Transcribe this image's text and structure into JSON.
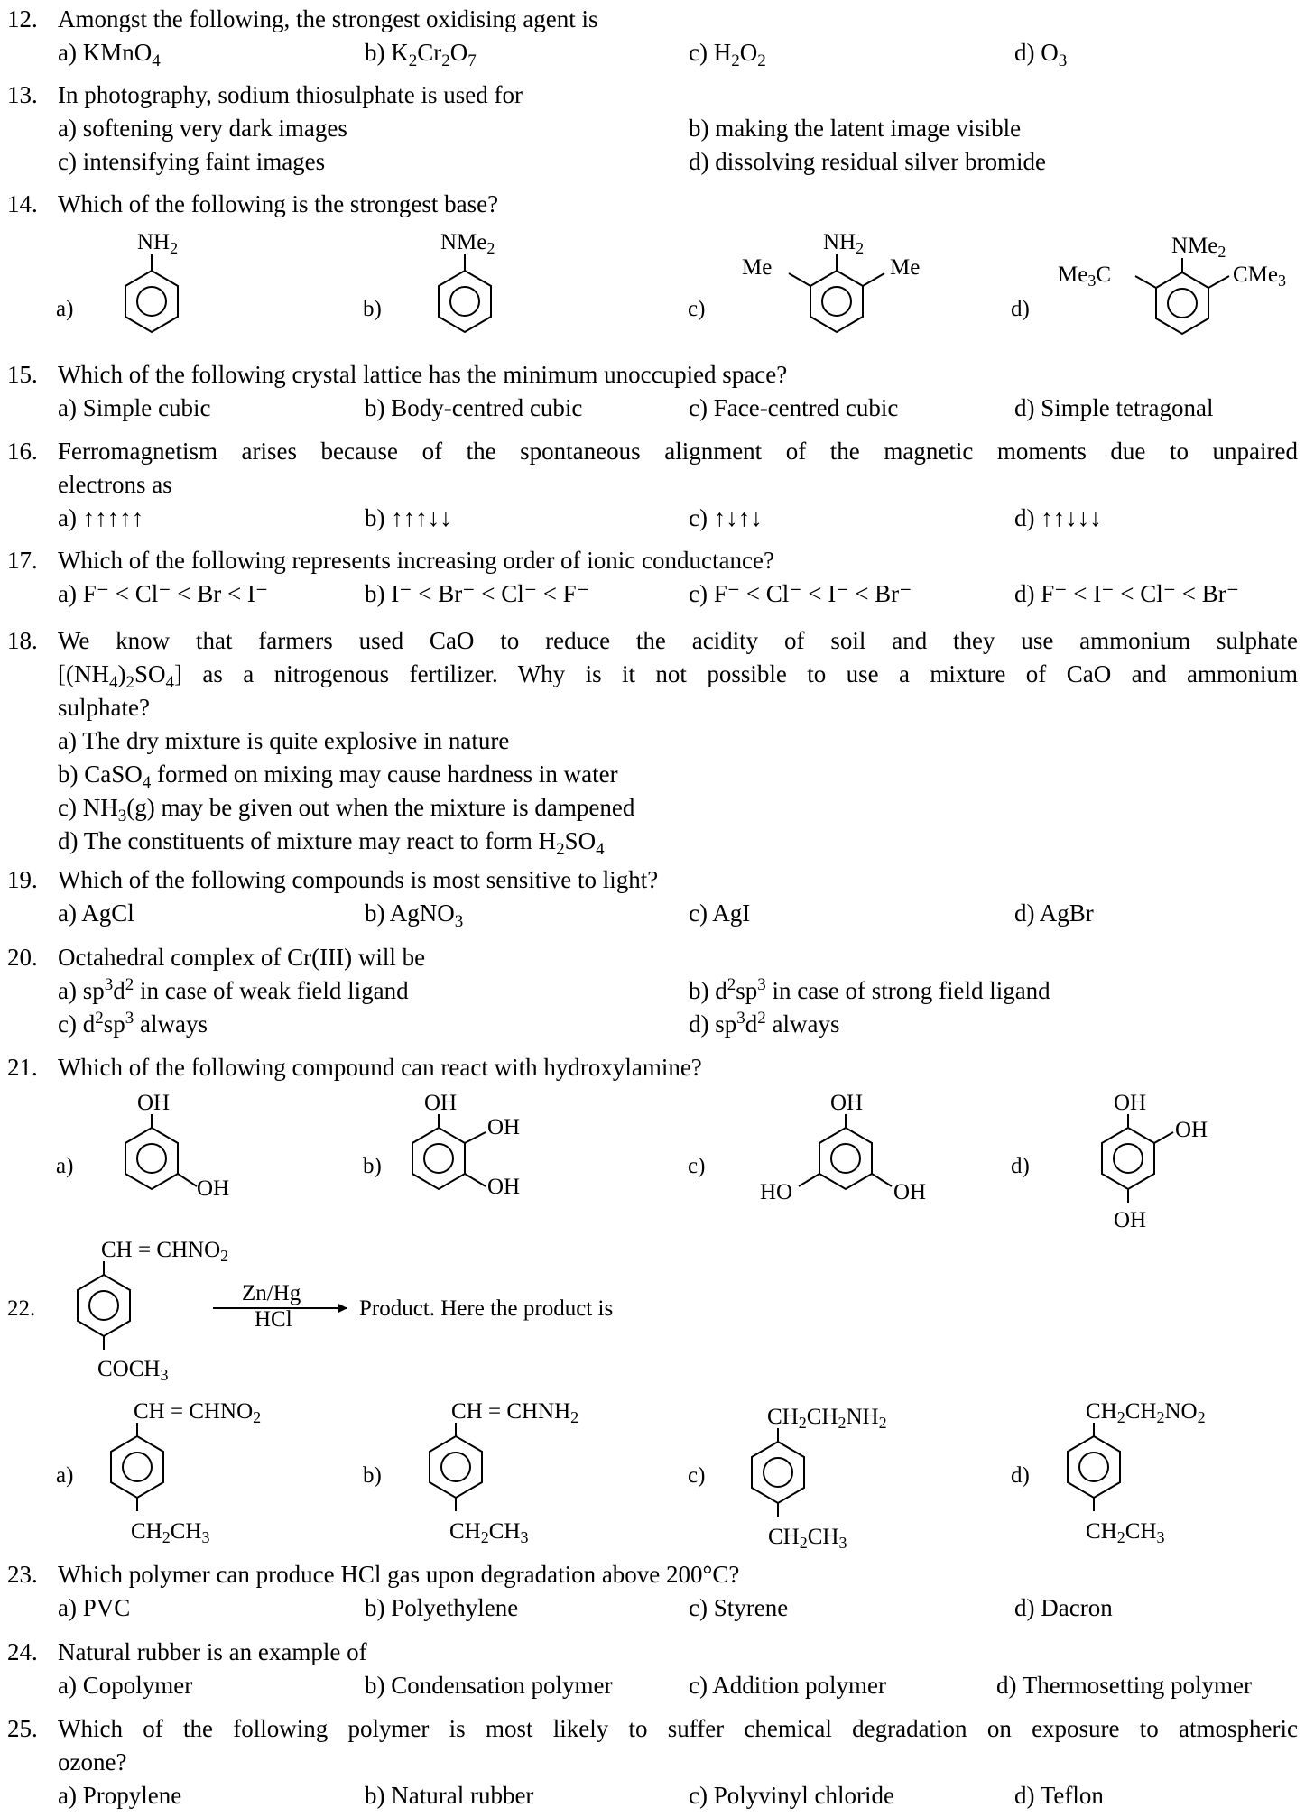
{
  "questions": [
    {
      "num": "12.",
      "text": "Amongst the following, the strongest oxidising agent is",
      "options": [
        {
          "label": "a)",
          "text": "KMnO",
          "sub": "4"
        },
        {
          "label": "b)",
          "text": "K",
          "sub": "2",
          "t2": "Cr",
          "s2": "2",
          "t3": "O",
          "s3": "7"
        },
        {
          "label": "c)",
          "text": "H",
          "sub": "2",
          "t2": "O",
          "s2": "2"
        },
        {
          "label": "d)",
          "text": "O",
          "sub": "3"
        }
      ]
    },
    {
      "num": "13.",
      "text": "In photography, sodium thiosulphate is used for",
      "options": [
        "a) softening very dark images",
        "b) making the latent image visible",
        "c) intensifying faint images",
        "d) dissolving residual silver bromide"
      ]
    },
    {
      "num": "14.",
      "text": "Which of the following is the strongest base?",
      "labels": [
        "a)",
        "b)",
        "c)",
        "d)"
      ],
      "groups": [
        "NH",
        "NMe",
        "NH",
        "NMe"
      ],
      "sub": "2",
      "me": "Me",
      "me3c": "Me",
      "cme3": "CMe",
      "three": "3",
      "cpart": "C"
    },
    {
      "num": "15.",
      "text": "Which of the following crystal lattice has the minimum unoccupied space?",
      "options": [
        "a) Simple cubic",
        "b) Body-centred cubic",
        "c) Face-centred cubic",
        "d) Simple tetragonal"
      ]
    },
    {
      "num": "16.",
      "text": "Ferromagnetism arises because of the spontaneous alignment of the magnetic moments due to unpaired",
      "text2": "electrons as",
      "options": [
        "a) ↑↑↑↑↑",
        "b) ↑↑↑↓↓",
        "c) ↑↓↑↓",
        "d) ↑↑↓↓↓"
      ]
    },
    {
      "num": "17.",
      "text": "Which of the following represents increasing order of ionic conductance?",
      "options": [
        "a) F⁻ < Cl⁻ < Br < I⁻",
        "b) I⁻ < Br⁻ < Cl⁻ < F⁻",
        "c) F⁻ < Cl⁻ < I⁻ < Br⁻",
        "d) F⁻ < I⁻ < Cl⁻ < Br⁻"
      ]
    },
    {
      "num": "18.",
      "text": "We know that farmers used CaO to reduce the acidity of soil and they use ammonium sulphate",
      "l2a": "[(NH",
      "l2b": ")",
      "l2c": "SO",
      "l2d": "] as a nitrogenous fertilizer. Why is it not possible to use a mixture of CaO and ammonium",
      "l3": "sulphate?",
      "oa": "a) The dry mixture is quite explosive in nature",
      "ob1": "b) CaSO",
      "ob2": " formed on mixing may cause hardness in water",
      "oc1": "c) NH",
      "oc2": "(g) may be given out when the mixture is dampened",
      "od1": "d) The constituents of mixture may react to form H",
      "od2": "SO"
    },
    {
      "num": "19.",
      "text": "Which of the following compounds is most sensitive to light?",
      "options": [
        "a) AgCl",
        "b) AgNO",
        "c) AgI",
        "d) AgBr"
      ],
      "sub3": "3"
    },
    {
      "num": "20.",
      "text": "Octahedral complex of Cr(III) will be",
      "a1": "a) sp",
      "a2": "d",
      "a3": " in case of weak field ligand",
      "b1": "b) d",
      "b2": "sp",
      "b3": " in case of strong field ligand",
      "c1": "c) d",
      "c2": "sp",
      "c3": " always",
      "d1": "d) sp",
      "d2": "d",
      "d3": " always",
      "two": "2",
      "three": "3"
    },
    {
      "num": "21.",
      "text": "Which of the following compound can react with hydroxylamine?",
      "labels": [
        "a)",
        "b)",
        "c)",
        "d)"
      ],
      "oh": "OH",
      "ho": "HO"
    },
    {
      "num": "22.",
      "top1": "CH = CHNO",
      "bot": "COCH",
      "reagent_top": "Zn/Hg",
      "reagent_bot": "HCl",
      "tail": "Product. Here the product is",
      "labels": [
        "a)",
        "b)",
        "c)",
        "d)"
      ],
      "tops": [
        "CH = CHNO",
        "CH = CHNH",
        "CH",
        "CH"
      ],
      "etA": "CH",
      "etB": "CH",
      "etTail": "CH"
    },
    {
      "num": "23.",
      "text": "Which polymer can produce HCl gas upon degradation above 200°C?",
      "options": [
        "a) PVC",
        "b) Polyethylene",
        "c) Styrene",
        "d) Dacron"
      ]
    },
    {
      "num": "24.",
      "text": "Natural rubber is an example of",
      "options": [
        "a) Copolymer",
        "b) Condensation polymer",
        "c) Addition polymer",
        "d) Thermosetting polymer"
      ]
    },
    {
      "num": "25.",
      "text": "Which of the following polymer is most likely to suffer chemical degradation on exposure to atmospheric",
      "text2": "ozone?",
      "options": [
        "a) Propylene",
        "b) Natural rubber",
        "c) Polyvinyl chloride",
        "d) Teflon"
      ]
    }
  ]
}
